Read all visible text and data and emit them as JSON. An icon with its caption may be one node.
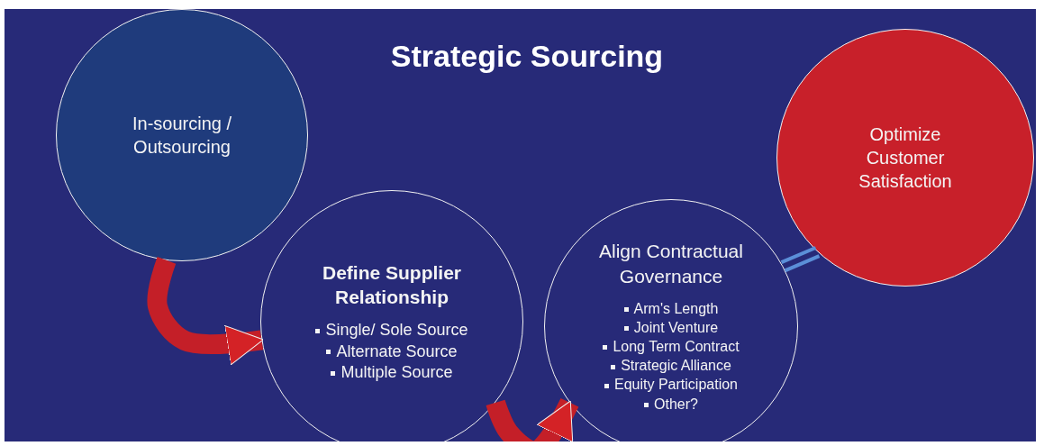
{
  "diagram": {
    "title": "Strategic Sourcing",
    "nodes": [
      {
        "text": [
          "In-sourcing / Outsourcing"
        ]
      },
      {
        "text": [
          "Define Supplier Relationship",
          "Single/ Sole Source",
          "Alternate Source",
          "Multiple Source"
        ]
      },
      {
        "text": [
          "Align Contractual Governance",
          "Arm's Length",
          "Joint Venture",
          "Long Term Contract",
          "Strategic Alliance",
          "Equity Participation",
          "Other?"
        ]
      },
      {
        "text": [
          "Optimize Customer Satisfaction"
        ]
      }
    ],
    "edges": [
      {
        "from": 0,
        "to": 1,
        "arrow": "to"
      },
      {
        "from": 1,
        "to": 2,
        "arrow": "to"
      },
      {
        "from": 2,
        "to": 3,
        "arrow": "none",
        "color": "#5b8fd8"
      }
    ]
  }
}
